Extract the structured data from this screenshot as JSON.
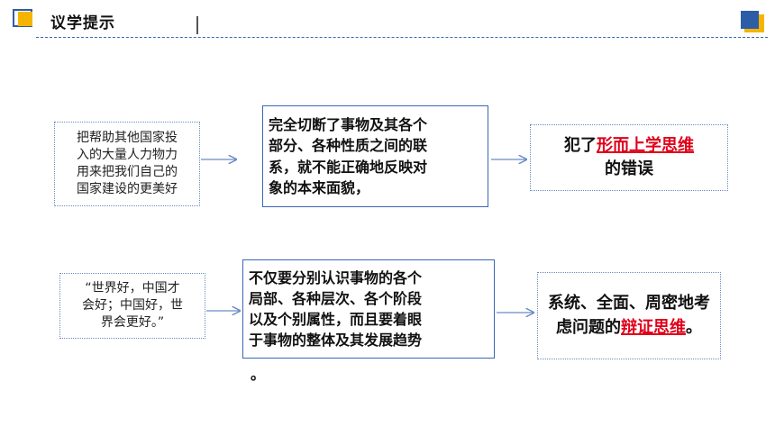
{
  "header": {
    "title": "议学提示"
  },
  "rows": [
    {
      "question": [
        "把帮助其他国家投",
        "入的大量人力物力",
        "用来把我们自己的",
        "国家建设的更美好"
      ],
      "analysis": [
        "完全切断了事物及其各个",
        "部分、各种性质之间的联",
        "系，就不能正确地反映对",
        "象的本来面貌，"
      ],
      "conclusion": {
        "prefix": "犯了",
        "highlight": "形而上学思维",
        "suffix": "的错误"
      }
    },
    {
      "question": [
        "“世界好，中国才",
        "会好；中国好，世",
        "界会更好。”"
      ],
      "analysis": [
        "不仅要分别认识事物的各个",
        "局部、各种层次、各个阶段",
        "以及个别属性，而且要着眼",
        "于事物的整体及其发展趋势"
      ],
      "analysis_tail": "。",
      "conclusion": {
        "prefix": "系统、全面、周密地考虑问题的",
        "highlight": "辩证思维",
        "suffix": "。"
      }
    }
  ],
  "colors": {
    "accent_blue": "#2e5da8",
    "accent_yellow": "#f5b400",
    "highlight_red": "#e0001a"
  }
}
